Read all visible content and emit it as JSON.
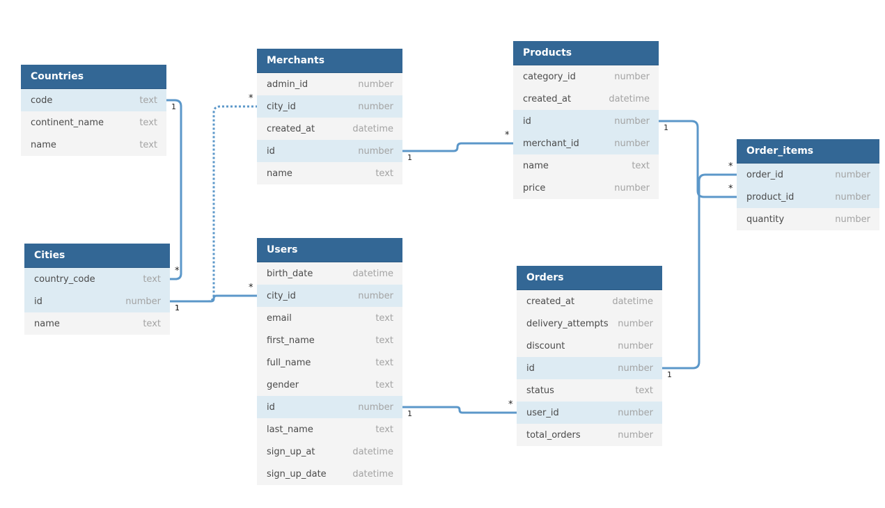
{
  "tables": [
    {
      "id": "countries",
      "name": "Countries",
      "columns": [
        {
          "name": "code",
          "type": "text",
          "key": true
        },
        {
          "name": "continent_name",
          "type": "text",
          "key": false
        },
        {
          "name": "name",
          "type": "text",
          "key": false
        }
      ]
    },
    {
      "id": "cities",
      "name": "Cities",
      "columns": [
        {
          "name": "country_code",
          "type": "text",
          "key": true
        },
        {
          "name": "id",
          "type": "number",
          "key": true
        },
        {
          "name": "name",
          "type": "text",
          "key": false
        }
      ]
    },
    {
      "id": "merchants",
      "name": "Merchants",
      "columns": [
        {
          "name": "admin_id",
          "type": "number",
          "key": false
        },
        {
          "name": "city_id",
          "type": "number",
          "key": true
        },
        {
          "name": "created_at",
          "type": "datetime",
          "key": false
        },
        {
          "name": "id",
          "type": "number",
          "key": true
        },
        {
          "name": "name",
          "type": "text",
          "key": false
        }
      ]
    },
    {
      "id": "users",
      "name": "Users",
      "columns": [
        {
          "name": "birth_date",
          "type": "datetime",
          "key": false
        },
        {
          "name": "city_id",
          "type": "number",
          "key": true
        },
        {
          "name": "email",
          "type": "text",
          "key": false
        },
        {
          "name": "first_name",
          "type": "text",
          "key": false
        },
        {
          "name": "full_name",
          "type": "text",
          "key": false
        },
        {
          "name": "gender",
          "type": "text",
          "key": false
        },
        {
          "name": "id",
          "type": "number",
          "key": true
        },
        {
          "name": "last_name",
          "type": "text",
          "key": false
        },
        {
          "name": "sign_up_at",
          "type": "datetime",
          "key": false
        },
        {
          "name": "sign_up_date",
          "type": "datetime",
          "key": false
        }
      ]
    },
    {
      "id": "products",
      "name": "Products",
      "columns": [
        {
          "name": "category_id",
          "type": "number",
          "key": false
        },
        {
          "name": "created_at",
          "type": "datetime",
          "key": false
        },
        {
          "name": "id",
          "type": "number",
          "key": true
        },
        {
          "name": "merchant_id",
          "type": "number",
          "key": true
        },
        {
          "name": "name",
          "type": "text",
          "key": false
        },
        {
          "name": "price",
          "type": "number",
          "key": false
        }
      ]
    },
    {
      "id": "orders",
      "name": "Orders",
      "columns": [
        {
          "name": "created_at",
          "type": "datetime",
          "key": false
        },
        {
          "name": "delivery_attempts",
          "type": "number",
          "key": false
        },
        {
          "name": "discount",
          "type": "number",
          "key": false
        },
        {
          "name": "id",
          "type": "number",
          "key": true
        },
        {
          "name": "status",
          "type": "text",
          "key": false
        },
        {
          "name": "user_id",
          "type": "number",
          "key": true
        },
        {
          "name": "total_orders",
          "type": "number",
          "key": false
        }
      ]
    },
    {
      "id": "order_items",
      "name": "Order_items",
      "columns": [
        {
          "name": "order_id",
          "type": "number",
          "key": true
        },
        {
          "name": "product_id",
          "type": "number",
          "key": true
        },
        {
          "name": "quantity",
          "type": "number",
          "key": false
        }
      ]
    }
  ],
  "relationships": [
    {
      "id": "countries-cities",
      "from": "Countries.code",
      "to": "Cities.country_code",
      "from_card": "1",
      "to_card": "*",
      "style": "solid"
    },
    {
      "id": "cities-merchants",
      "from": "Cities.id",
      "to": "Merchants.city_id",
      "from_card": "1",
      "to_card": "*",
      "style": "dashed"
    },
    {
      "id": "cities-users",
      "from": "Cities.id",
      "to": "Users.city_id",
      "from_card": "1",
      "to_card": "*",
      "style": "solid"
    },
    {
      "id": "merchants-products",
      "from": "Merchants.id",
      "to": "Products.merchant_id",
      "from_card": "1",
      "to_card": "*",
      "style": "solid"
    },
    {
      "id": "users-orders",
      "from": "Users.id",
      "to": "Orders.user_id",
      "from_card": "1",
      "to_card": "*",
      "style": "solid"
    },
    {
      "id": "products-order-items",
      "from": "Products.id",
      "to": "Order_items.product_id",
      "from_card": "1",
      "to_card": "*",
      "style": "solid"
    },
    {
      "id": "orders-order-items",
      "from": "Orders.id",
      "to": "Order_items.order_id",
      "from_card": "1",
      "to_card": "*",
      "style": "solid"
    }
  ],
  "colors": {
    "header_bg": "#336795",
    "header_text": "#ffffff",
    "row_bg": "#f4f4f4",
    "key_row_bg": "#ddebf3",
    "column_name": "#4a4a4a",
    "column_type": "#a3a3a3",
    "connector": "#5b97c9"
  }
}
